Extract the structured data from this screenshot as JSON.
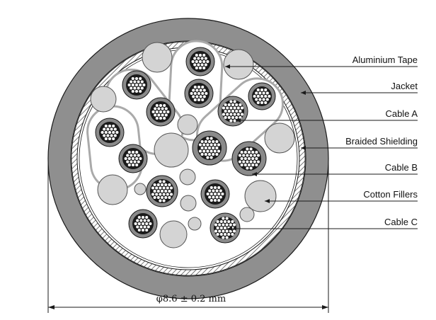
{
  "labels": {
    "aluminium_tape": "Aluminium Tape",
    "jacket": "Jacket",
    "cable_a": "Cable A",
    "braided_shielding": "Braided Shielding",
    "cable_b": "Cable B",
    "cotton_fillers": "Cotton Fillers",
    "cable_c": "Cable C"
  },
  "dimension": {
    "text": "φ8.6 ± 0.2 mm"
  },
  "colors": {
    "jacket": "#8f8f8f",
    "filler": "#d4d4d4",
    "shield_ring": "#8a8a8a",
    "strand": "#ffffff",
    "line": "#1a1a1a",
    "background": "#ffffff"
  }
}
